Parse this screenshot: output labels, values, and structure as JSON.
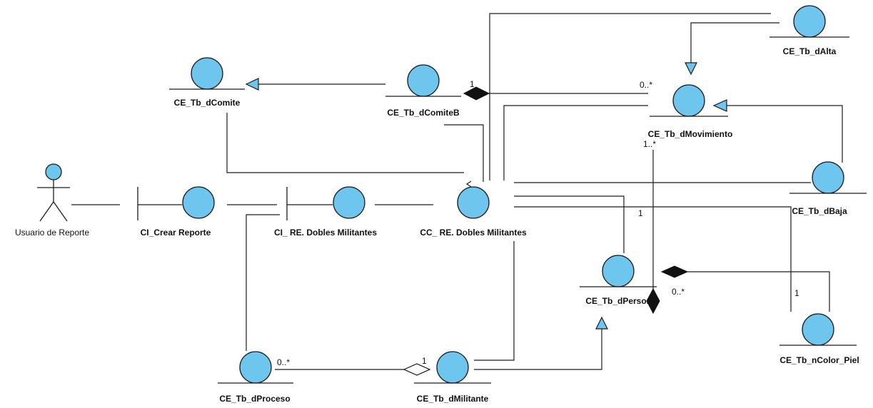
{
  "actor": {
    "label": "Usuario de Reporte"
  },
  "boundaries": {
    "crear_reporte": "CI_Crear Reporte",
    "re_dobles": "CI_ RE. Dobles Militantes"
  },
  "control": {
    "label": "CC_ RE. Dobles Militantes"
  },
  "entities": {
    "dcomite": "CE_Tb_dComite",
    "dcomiteb": "CE_Tb_dComiteB",
    "dalta": "CE_Tb_dAlta",
    "dmovimiento": "CE_Tb_dMovimiento",
    "dbaja": "CE_Tb_dBaja",
    "dpersona": "CE_Tb_dPersona",
    "ncolor_piel": "CE_Tb_nColor_Piel",
    "dproceso": "CE_Tb_dProceso",
    "dmilitante": "CE_Tb_dMilitante"
  },
  "multiplicities": {
    "comiteb_one": "1",
    "movimiento_many": "0..*",
    "movimiento_one_many": "1..*",
    "persona_one": "1",
    "persona_many": "0..*",
    "colorpiel_one": "1",
    "proceso_many": "0..*",
    "militante_one": "1"
  },
  "colors": {
    "entity_fill": "#6ec5ee",
    "line": "#1c1c1c"
  }
}
